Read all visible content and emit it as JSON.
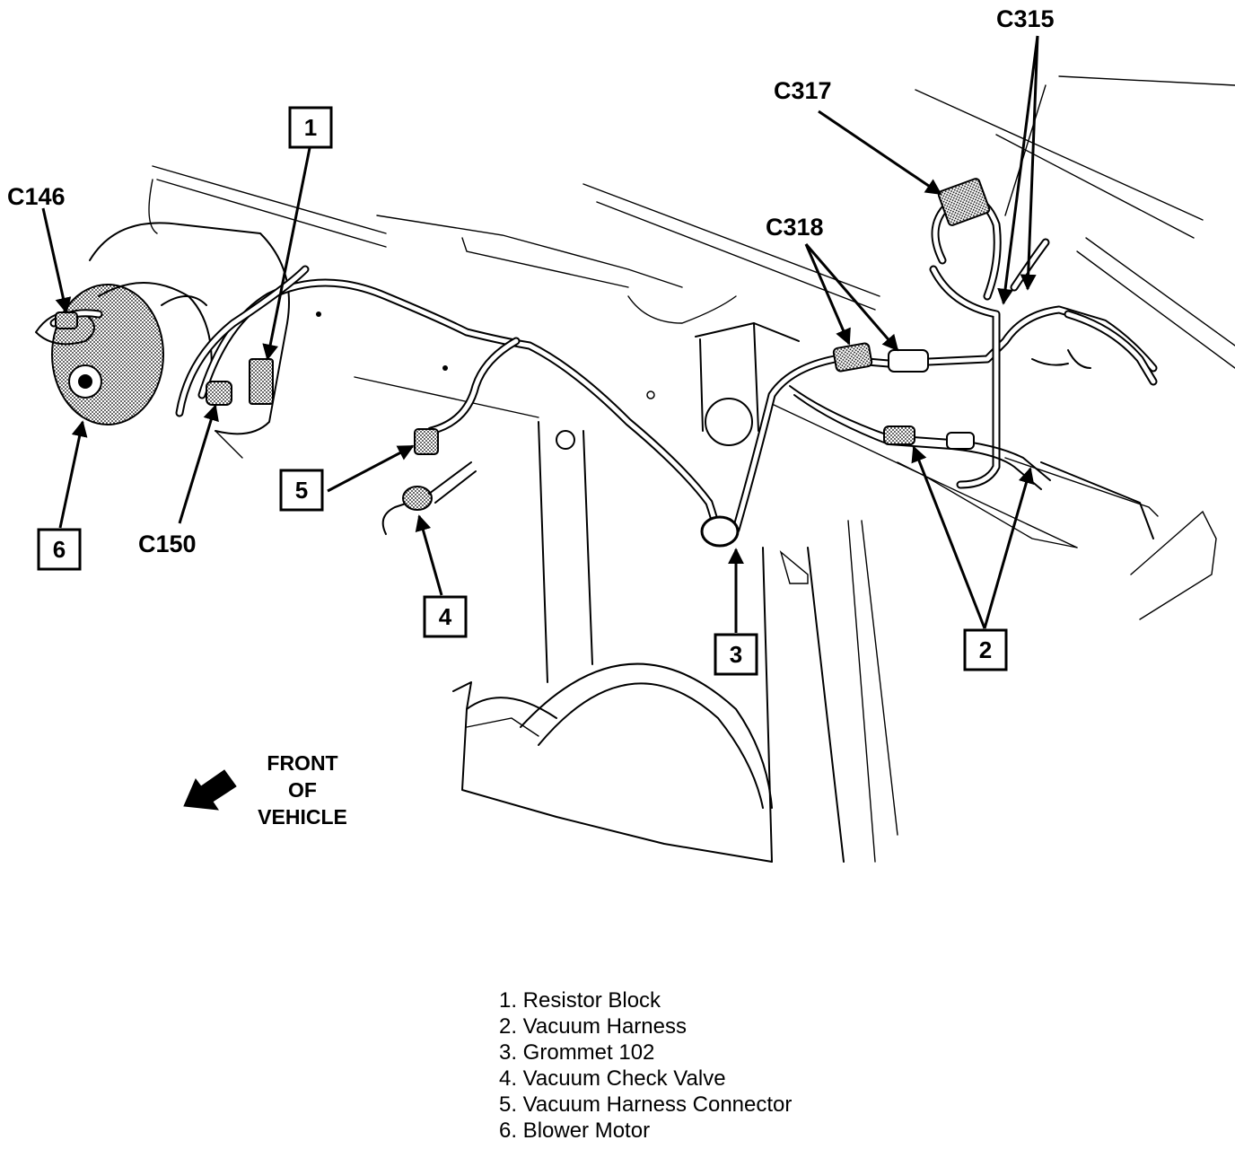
{
  "callouts": [
    "1",
    "2",
    "3",
    "4",
    "5",
    "6"
  ],
  "connectors": {
    "c146": "C146",
    "c150": "C150",
    "c315": "C315",
    "c317": "C317",
    "c318": "C318"
  },
  "orientation": {
    "line1": "FRONT",
    "line2": "OF",
    "line3": "VEHICLE"
  },
  "legend": [
    "1. Resistor Block",
    "2. Vacuum Harness",
    "3. Grommet 102",
    "4. Vacuum Check Valve",
    "5. Vacuum Harness Connector",
    "6. Blower Motor"
  ]
}
